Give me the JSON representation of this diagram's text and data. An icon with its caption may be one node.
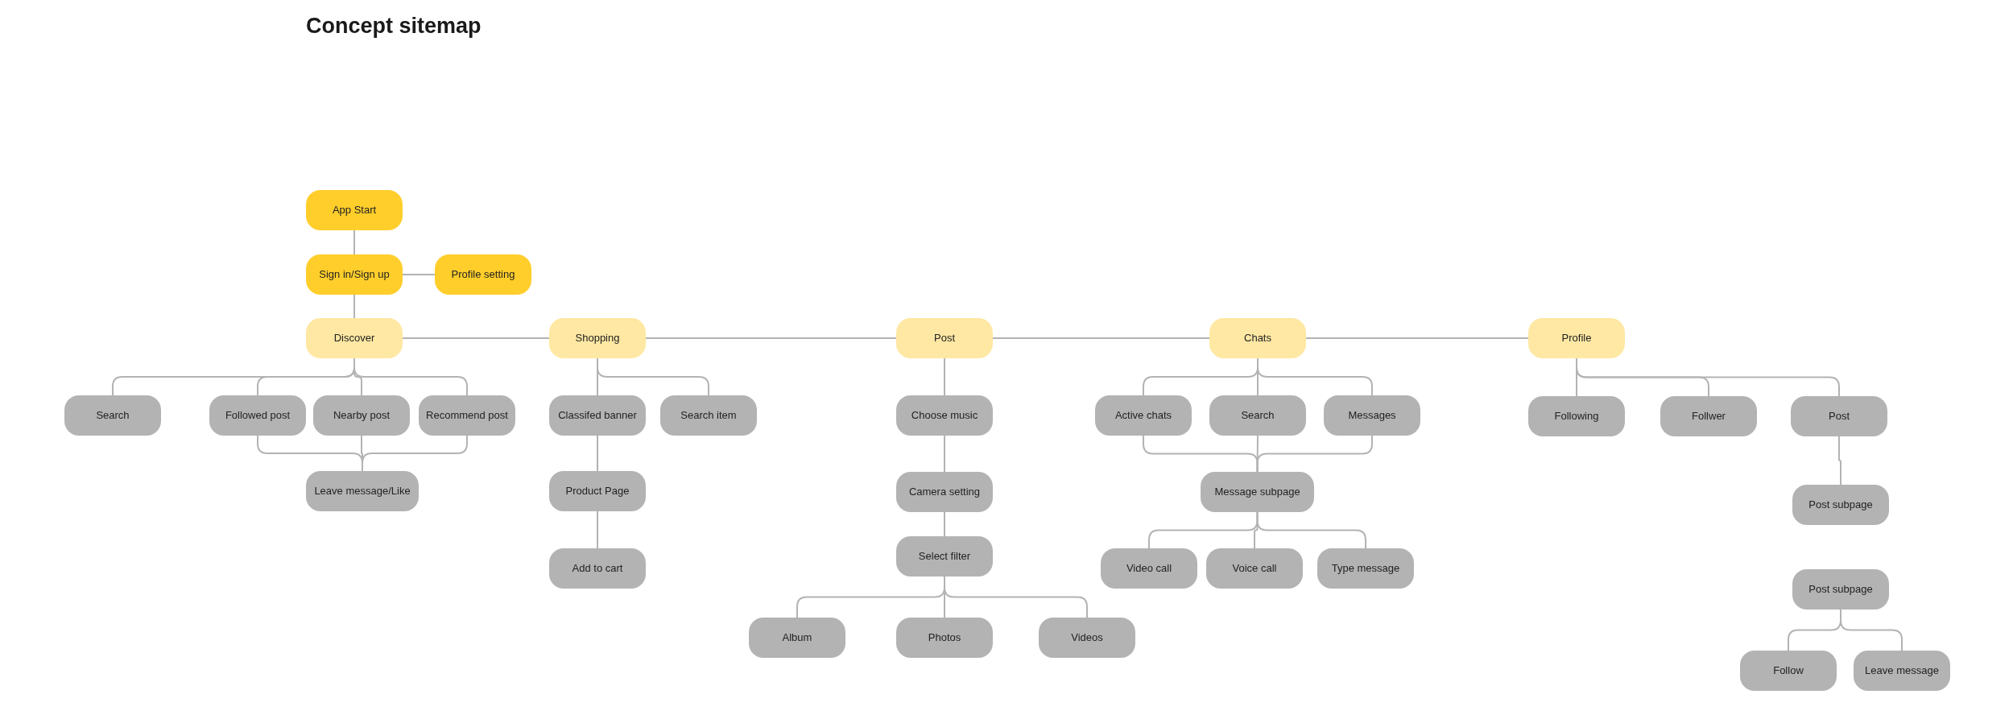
{
  "diagram": {
    "title": "Concept sitemap",
    "nodes": [
      {
        "text": [
          "App Start"
        ]
      },
      {
        "text": [
          "Sign in/Sign up"
        ]
      },
      {
        "text": [
          "Profile setting"
        ]
      },
      {
        "text": [
          "Discover"
        ]
      },
      {
        "text": [
          "Shopping"
        ]
      },
      {
        "text": [
          "Post"
        ]
      },
      {
        "text": [
          "Chats"
        ]
      },
      {
        "text": [
          "Profile"
        ]
      },
      {
        "text": [
          "Search"
        ]
      },
      {
        "text": [
          "Followed post"
        ]
      },
      {
        "text": [
          "Nearby post"
        ]
      },
      {
        "text": [
          "Recommend post"
        ]
      },
      {
        "text": [
          "Leave message/Like"
        ]
      },
      {
        "text": [
          "Classifed banner"
        ]
      },
      {
        "text": [
          "Search item"
        ]
      },
      {
        "text": [
          "Product Page"
        ]
      },
      {
        "text": [
          "Add to cart"
        ]
      },
      {
        "text": [
          "Choose music"
        ]
      },
      {
        "text": [
          "Camera setting"
        ]
      },
      {
        "text": [
          "Select filter"
        ]
      },
      {
        "text": [
          "Album"
        ]
      },
      {
        "text": [
          "Photos"
        ]
      },
      {
        "text": [
          "Videos"
        ]
      },
      {
        "text": [
          "Active chats"
        ]
      },
      {
        "text": [
          "Search"
        ]
      },
      {
        "text": [
          "Messages"
        ]
      },
      {
        "text": [
          "Message subpage"
        ]
      },
      {
        "text": [
          "Video call"
        ]
      },
      {
        "text": [
          "Voice call"
        ]
      },
      {
        "text": [
          "Type message"
        ]
      },
      {
        "text": [
          "Following"
        ]
      },
      {
        "text": [
          "Follwer"
        ]
      },
      {
        "text": [
          "Post"
        ]
      },
      {
        "text": [
          "Post subpage"
        ]
      },
      {
        "text": [
          "Post subpage"
        ]
      },
      {
        "text": [
          "Follow"
        ]
      },
      {
        "text": [
          "Leave message"
        ]
      }
    ],
    "edges": [
      {
        "from": 0,
        "to": 1,
        "arrow": "none"
      },
      {
        "from": 1,
        "to": 2,
        "arrow": "none"
      },
      {
        "from": 1,
        "to": 3,
        "arrow": "none"
      },
      {
        "from": 3,
        "to": 4,
        "arrow": "none"
      },
      {
        "from": 4,
        "to": 5,
        "arrow": "none"
      },
      {
        "from": 5,
        "to": 6,
        "arrow": "none"
      },
      {
        "from": 6,
        "to": 7,
        "arrow": "none"
      },
      {
        "from": 3,
        "to": 8,
        "arrow": "none"
      },
      {
        "from": 3,
        "to": 9,
        "arrow": "none"
      },
      {
        "from": 3,
        "to": 10,
        "arrow": "none"
      },
      {
        "from": 3,
        "to": 11,
        "arrow": "none"
      },
      {
        "from": 9,
        "to": 12,
        "arrow": "none"
      },
      {
        "from": 10,
        "to": 12,
        "arrow": "none"
      },
      {
        "from": 11,
        "to": 12,
        "arrow": "none"
      },
      {
        "from": 4,
        "to": 13,
        "arrow": "none"
      },
      {
        "from": 4,
        "to": 14,
        "arrow": "none"
      },
      {
        "from": 13,
        "to": 15,
        "arrow": "none"
      },
      {
        "from": 15,
        "to": 16,
        "arrow": "none"
      },
      {
        "from": 5,
        "to": 17,
        "arrow": "none"
      },
      {
        "from": 17,
        "to": 18,
        "arrow": "none"
      },
      {
        "from": 18,
        "to": 19,
        "arrow": "none"
      },
      {
        "from": 19,
        "to": 20,
        "arrow": "none"
      },
      {
        "from": 19,
        "to": 21,
        "arrow": "none"
      },
      {
        "from": 19,
        "to": 22,
        "arrow": "none"
      },
      {
        "from": 6,
        "to": 23,
        "arrow": "none"
      },
      {
        "from": 6,
        "to": 24,
        "arrow": "none"
      },
      {
        "from": 6,
        "to": 25,
        "arrow": "none"
      },
      {
        "from": 23,
        "to": 26,
        "arrow": "none"
      },
      {
        "from": 24,
        "to": 26,
        "arrow": "none"
      },
      {
        "from": 25,
        "to": 26,
        "arrow": "none"
      },
      {
        "from": 26,
        "to": 27,
        "arrow": "none"
      },
      {
        "from": 26,
        "to": 28,
        "arrow": "none"
      },
      {
        "from": 26,
        "to": 29,
        "arrow": "none"
      },
      {
        "from": 7,
        "to": 30,
        "arrow": "none"
      },
      {
        "from": 7,
        "to": 31,
        "arrow": "none"
      },
      {
        "from": 7,
        "to": 32,
        "arrow": "none"
      },
      {
        "from": 32,
        "to": 33,
        "arrow": "none"
      },
      {
        "from": 34,
        "to": 35,
        "arrow": "none"
      },
      {
        "from": 34,
        "to": 36,
        "arrow": "none"
      }
    ]
  }
}
